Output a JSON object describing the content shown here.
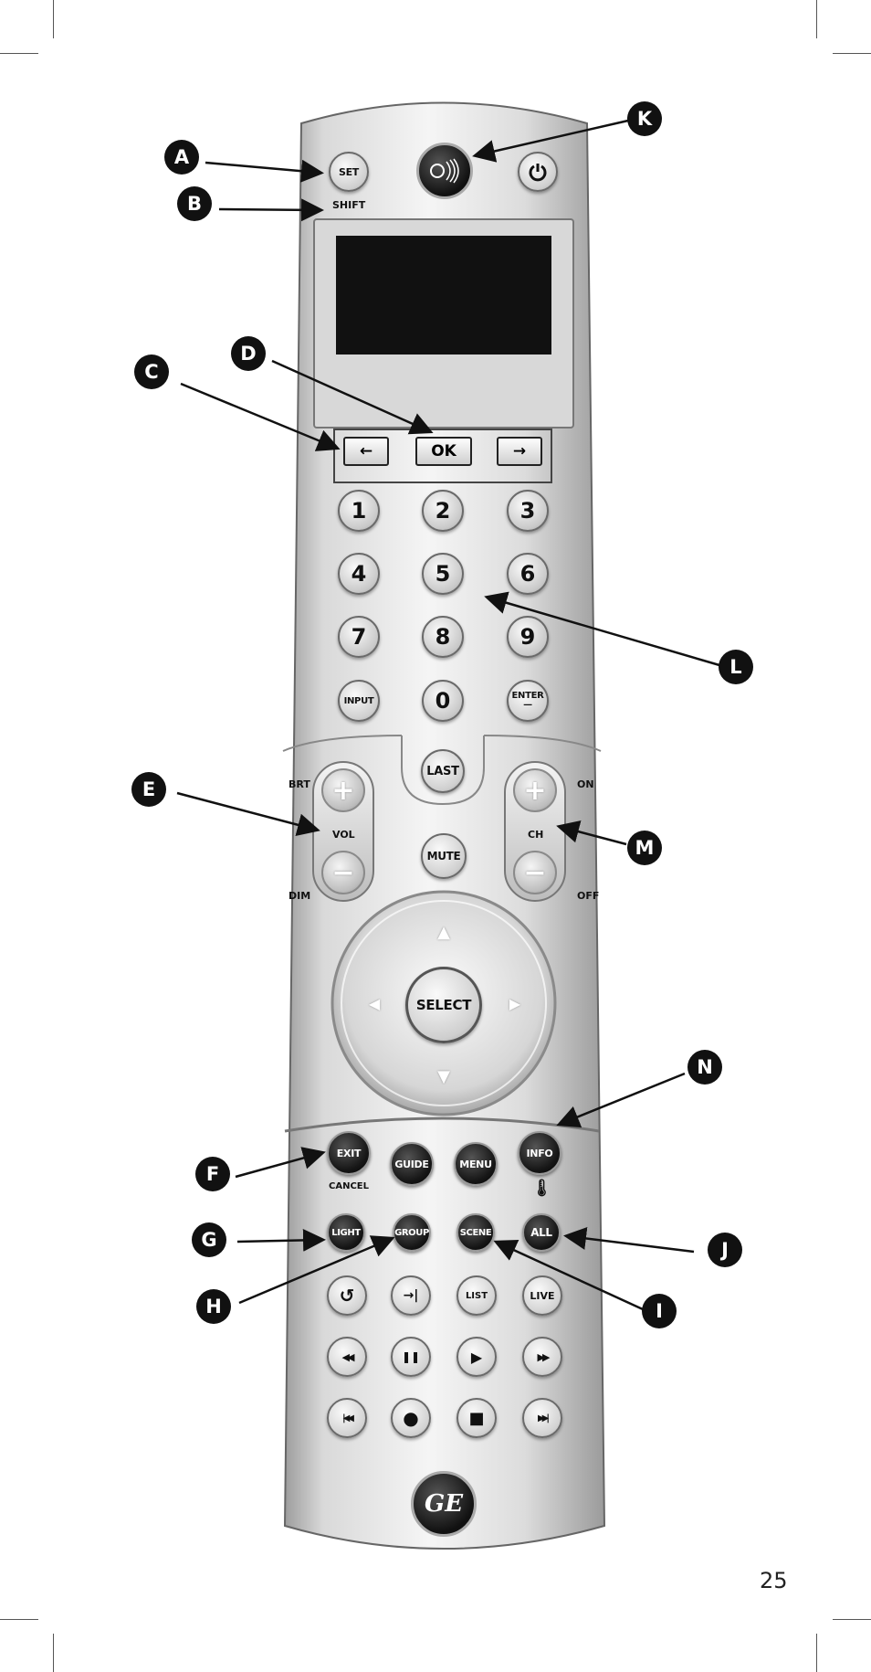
{
  "page_number": "25",
  "remote": {
    "top": {
      "set": "SET",
      "shift": "SHIFT"
    },
    "nav": {
      "left": "←",
      "ok": "OK",
      "right": "→"
    },
    "digits": [
      "1",
      "2",
      "3",
      "4",
      "5",
      "6",
      "7",
      "8",
      "9"
    ],
    "bottom_row": {
      "input": "INPUT",
      "zero": "0",
      "enter": "ENTER",
      "enter_sub": "—"
    },
    "last": "LAST",
    "vol": {
      "label": "VOL",
      "plus": "+",
      "minus": "−",
      "top_label": "BRT",
      "bottom_label": "DIM"
    },
    "ch": {
      "label": "CH",
      "plus": "+",
      "minus": "−",
      "top_label": "ON",
      "bottom_label": "OFF"
    },
    "mute": "MUTE",
    "select": "SELECT",
    "dpad": {
      "up": "▲",
      "down": "▼",
      "left": "◀",
      "right": "▶"
    },
    "function_row": {
      "exit": "EXIT",
      "cancel": "CANCEL",
      "guide": "GUIDE",
      "menu": "MENU",
      "info": "INFO",
      "thermo": "🌡"
    },
    "home_row": {
      "light": "LIGHT",
      "group": "GROUP",
      "scene": "SCENE",
      "all": "ALL"
    },
    "transport1": {
      "replay": "↺",
      "skip": "→|",
      "list": "LIST",
      "live": "LIVE"
    },
    "transport2": {
      "rew": "◀◀",
      "pause": "❚❚",
      "play": "▶",
      "ff": "▶▶"
    },
    "transport3": {
      "prev": "|◀◀",
      "rec": "●",
      "stop": "■",
      "next": "▶▶|"
    },
    "logo": "GE"
  },
  "callouts": [
    "A",
    "B",
    "C",
    "D",
    "E",
    "F",
    "G",
    "H",
    "I",
    "J",
    "K",
    "L",
    "M",
    "N"
  ]
}
